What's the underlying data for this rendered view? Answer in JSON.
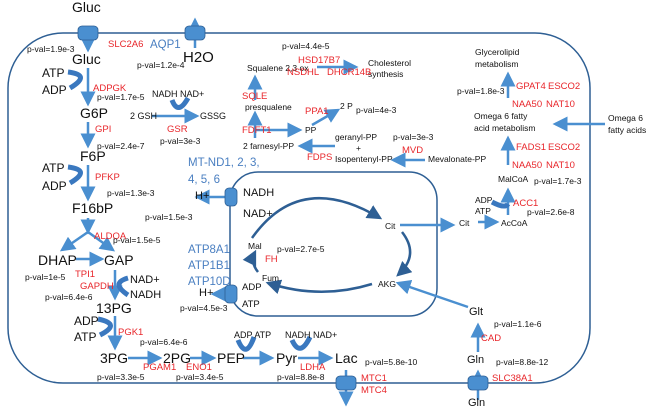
{
  "colors": {
    "arrow": "#4a8fd0",
    "membrane": "#2e5f94",
    "gene": "#e8262b",
    "transporter_gene": "#4a7fc1"
  },
  "metabolites": {
    "gluc_out": "Gluc",
    "gluc_in": "Gluc",
    "atp1": "ATP",
    "adp1": "ADP",
    "g6p": "G6P",
    "f6p": "F6P",
    "atp2": "ATP",
    "adp2": "ADP",
    "f16bp": "F16bP",
    "dhap": "DHAP",
    "gap": "GAP",
    "nad_plus": "NAD+",
    "nadh": "NADH",
    "pg13": "13PG",
    "adp3": "ADP",
    "atp3": "ATP",
    "pg3": "3PG",
    "pg2": "2PG",
    "pep": "PEP",
    "pyr": "Pyr",
    "lac": "Lac",
    "h2o": "H2O",
    "gln_out": "Gln",
    "gln_in": "Gln",
    "glt": "Glt",
    "pep_adp_atp": "ADP  ATP",
    "pyr_nadh_nad": "NADH  NAD+",
    "gsr_nadh_nad": "NADH  NAD+",
    "gsh": "2 GSH",
    "gssg": "GSSG",
    "squalene": "Squalene 2,3 ox",
    "cholesterol1": "Cholesterol",
    "cholesterol2": "synthesis",
    "presqualene": "presqualene",
    "pp": "PP",
    "two_p": "2 P",
    "farnesyl": "2 farnesyl-PP",
    "geranyl": "geranyl-PP",
    "plus": "+",
    "isopentenyl": "Isopentenyl-PP",
    "mevalonate": "Mevalonate-PP",
    "glycerolipid1": "Glycerolipid",
    "glycerolipid2": "metabolism",
    "omega_met1": "Omega 6 fatty",
    "omega_met2": "acid metabolism",
    "omega_in1": "Omega 6",
    "omega_in2": "fatty acids",
    "malcoa": "MalCoA",
    "acc_adp": "ADP",
    "acc_atp": "ATP",
    "cit_cyto": "Cit",
    "accoa": "AcCoA",
    "cit_mito": "Cit",
    "akg": "AKG",
    "mal": "Mal",
    "fum": "Fum",
    "h_plus1": "H+",
    "mito_nadh": "NADH",
    "mito_nad": "NAD+",
    "h_plus2": "H+",
    "mito_adp": "ADP",
    "mito_atp": "ATP"
  },
  "genes": {
    "slc2a6": "SLC2A6",
    "adpgk": "ADPGK",
    "gpi": "GPI",
    "pfkp": "PFKP",
    "aldoa": "ALDOA",
    "tpi1": "TPI1",
    "gapdh": "GAPDH",
    "pgk1": "PGK1",
    "pgam1": "PGAM1",
    "eno1": "ENO1",
    "ldha": "LDHA",
    "mtc1": "MTC1",
    "mtc4": "MTC4",
    "slc38a1": "SLC38A1",
    "cad": "CAD",
    "gsr": "GSR",
    "sqle": "SQLE",
    "fdft1": "FDFT1",
    "ppa1": "PPA1",
    "fdps": "FDPS",
    "mvd": "MVD",
    "hsd17b7": "HSD17B7",
    "nsdhl": "NSDHL",
    "dhcr14b": "DHCR14B",
    "gpat4": "GPAT4",
    "esco2_a": "ESCO2",
    "naa50_a": "NAA50",
    "nat10_a": "NAT10",
    "fads1": "FADS1",
    "esco2_b": "ESCO2",
    "naa50_b": "NAA50",
    "nat10_b": "NAT10",
    "acc1": "ACC1",
    "fh": "FH",
    "aqp1": "AQP1",
    "mtnd1": "MT-ND1, 2, 3,",
    "mtnd2": "4, 5, 6",
    "atp8a1": "ATP8A1",
    "atp1b1": "ATP1B1",
    "atp10d": "ATP10D"
  },
  "pvalues": {
    "slc2a6": "p-val=1.9e-3",
    "aqp1": "p-val=1.2e-4",
    "adpgk": "p-val=1.7e-5",
    "gsr": "p-val=3e-3",
    "gpi": "p-val=2.4e-7",
    "pfkp": "p-val=1.3e-3",
    "aldoa": "p-val=1.5e-5",
    "tpi1": "p-val=1e-5",
    "gapdh": "p-val=6.4e-6",
    "pgk1": "p-val=6.4e-6",
    "pgam1": "p-val=3.3e-5",
    "eno1": "p-val=3.4e-5",
    "ldha": "p-val=8.8e-8",
    "mtc": "p-val=5.8e-10",
    "slc38a1": "p-val=8.8e-12",
    "cad": "p-val=1.1e-6",
    "squalene": "p-val=4.4e-5",
    "ppa1": "p-val=4e-3",
    "mvd": "p-val=3e-3",
    "gpat4": "p-val=1.8e-3",
    "malcoa": "p-val=1.7e-3",
    "acc1": "p-val=2.6e-8",
    "fh": "p-val=2.7e-5",
    "mtnd": "p-val=1.5e-3",
    "atp8a1": "p-val=4.5e-3"
  }
}
